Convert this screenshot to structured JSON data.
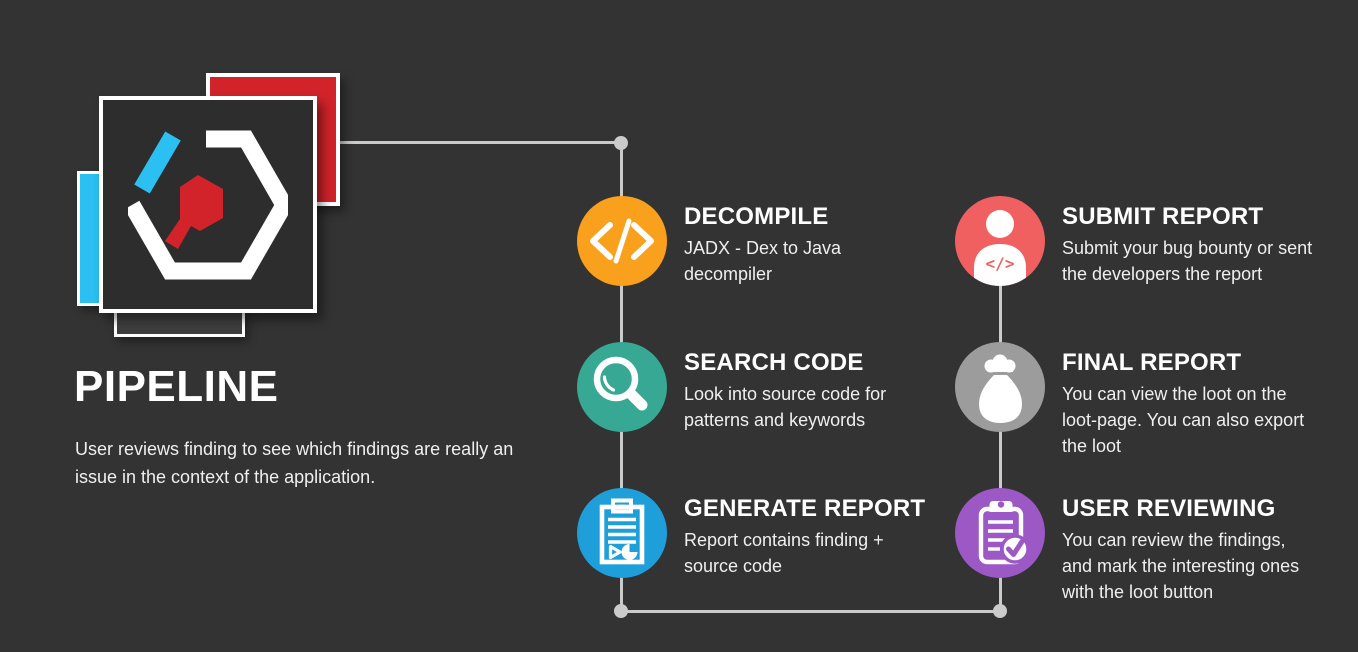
{
  "page": {
    "background": "#333333",
    "connector_color": "#CBCBCB"
  },
  "logo": {
    "name": "hexagon-code-logo",
    "red": "#D2232A",
    "cyan": "#2BBFF2",
    "square_fill": "#2D2D2D",
    "outline": "#FFFFFF"
  },
  "header": {
    "title": "PIPELINE",
    "subtitle": "User reviews finding to see which findings are really an issue in the context of the application."
  },
  "steps": [
    {
      "id": "decompile",
      "title": "DECOMPILE",
      "description": "JADX - Dex to Java decompiler",
      "color": "#F9A11D",
      "icon": "code-icon"
    },
    {
      "id": "search-code",
      "title": "SEARCH CODE",
      "description": "Look into source code for patterns and keywords",
      "color": "#36A894",
      "icon": "magnifier-icon"
    },
    {
      "id": "generate-report",
      "title": "GENERATE REPORT",
      "description": "Report contains finding + source code",
      "color": "#1F9FD9",
      "icon": "report-clipboard-icon"
    },
    {
      "id": "submit-report",
      "title": "SUBMIT REPORT",
      "description": "Submit your bug bounty or sent the developers the report",
      "color": "#F16060",
      "icon": "person-code-icon"
    },
    {
      "id": "final-report",
      "title": "FINAL REPORT",
      "description": "You can view the loot on the loot-page. You can also export the loot",
      "color": "#9C9C9C",
      "icon": "loot-bag-icon"
    },
    {
      "id": "user-reviewing",
      "title": "USER REVIEWING",
      "description": "You can review the findings, and mark the interesting ones with the loot button",
      "color": "#9C58C5",
      "icon": "clipboard-check-icon"
    }
  ]
}
